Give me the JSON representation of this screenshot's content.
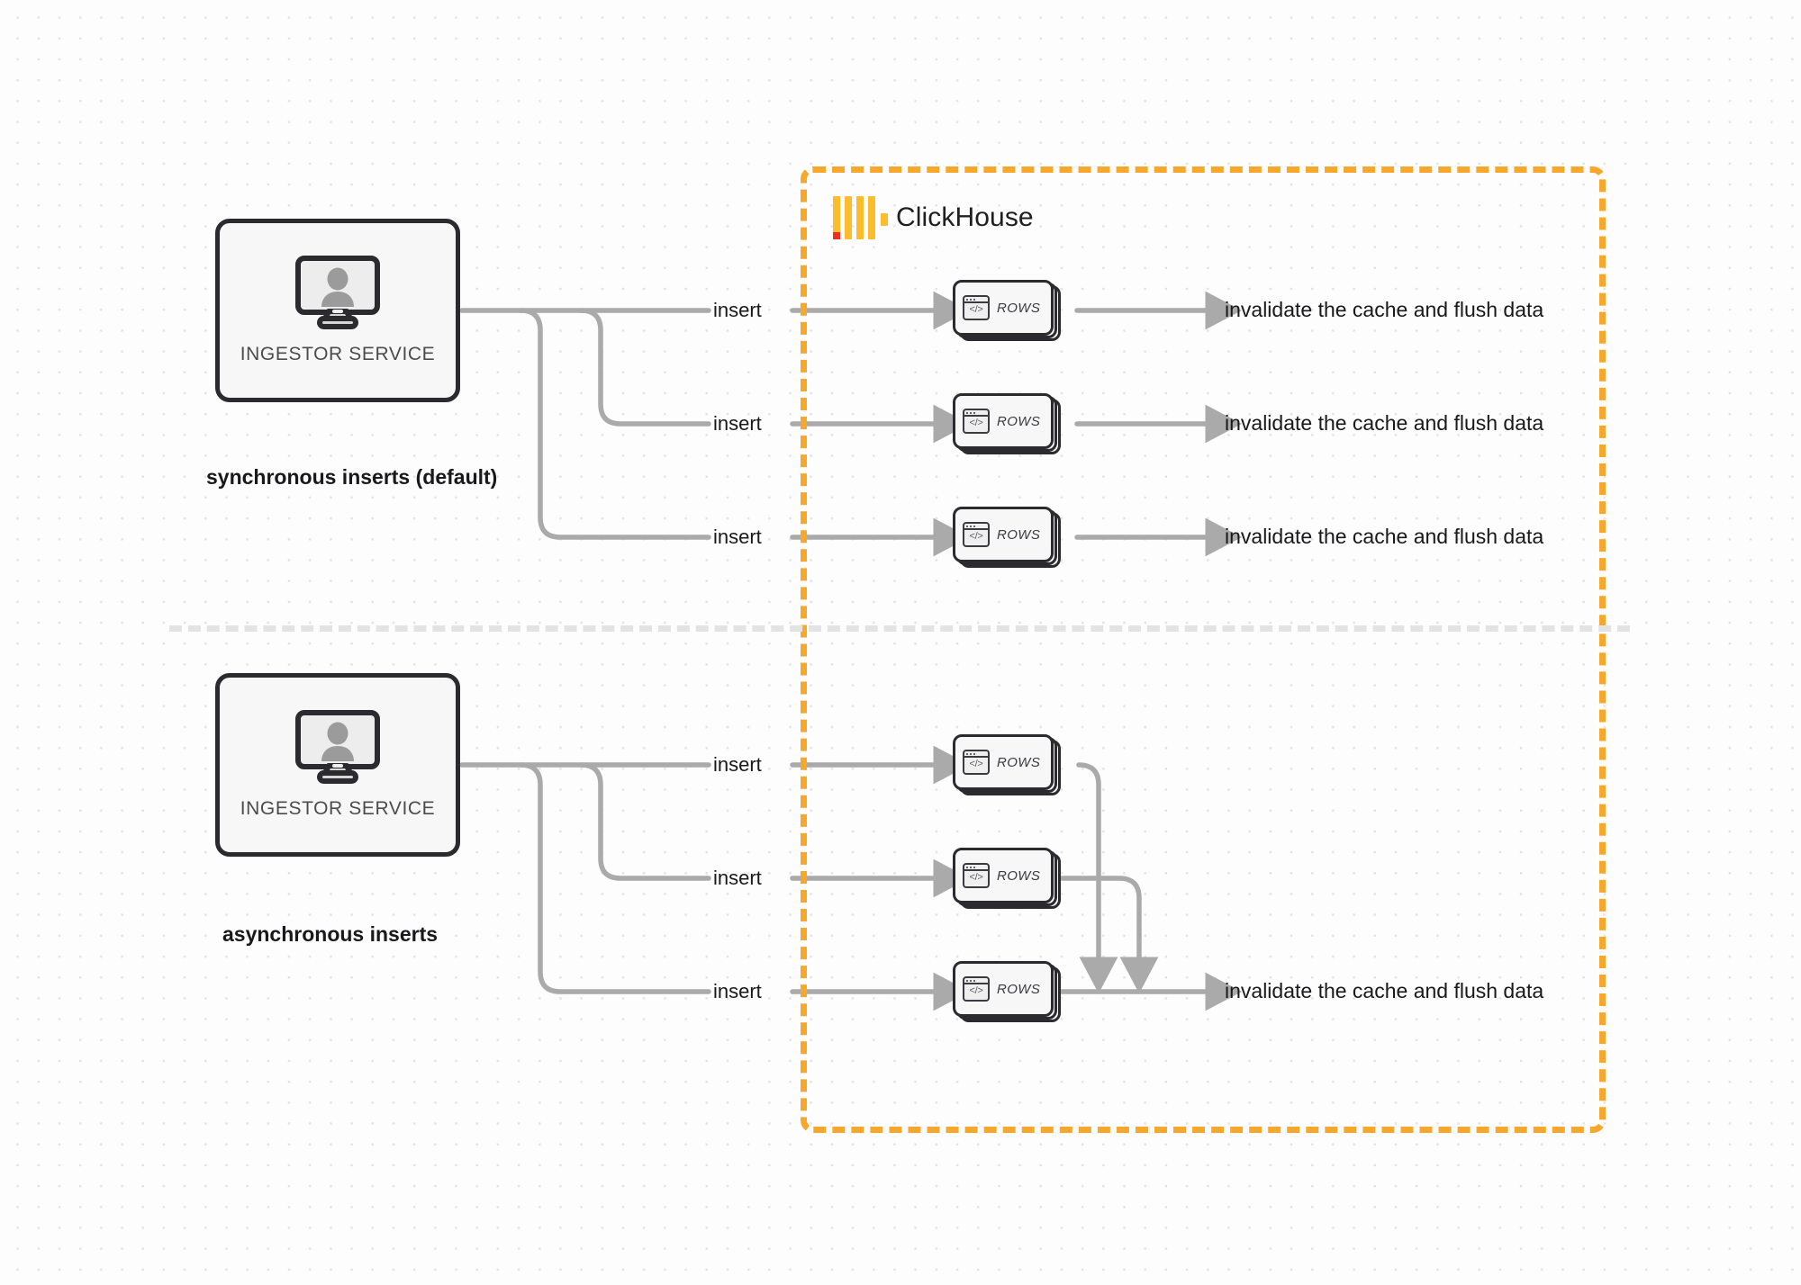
{
  "diagram": {
    "title": "ClickHouse synchronous vs asynchronous inserts",
    "colors": {
      "boundary": "#f7a72c",
      "wire": "#aaaaaa",
      "node_border": "#2b2b2f",
      "node_fill": "#f7f7f7",
      "logo_yellow": "#fbbd2b",
      "logo_red": "#ef2d20",
      "divider": "#e3e3e3",
      "text": "#19191b",
      "background": "#fdfdfd"
    }
  },
  "clickhouse": {
    "name": "ClickHouse",
    "logo_icon": "clickhouse-logo-icon"
  },
  "sections": [
    {
      "id": "sync",
      "caption": "synchronous inserts (default)",
      "ingestor": {
        "label": "INGESTOR SERVICE",
        "icon": "monitor-user-icon"
      },
      "flows": [
        {
          "insert_label": "insert",
          "node_label": "ROWS",
          "node_icon": "code-window-icon",
          "result_label": "invalidate the cache and flush data"
        },
        {
          "insert_label": "insert",
          "node_label": "ROWS",
          "node_icon": "code-window-icon",
          "result_label": "invalidate the cache and flush data"
        },
        {
          "insert_label": "insert",
          "node_label": "ROWS",
          "node_icon": "code-window-icon",
          "result_label": "invalidate the cache and flush data"
        }
      ]
    },
    {
      "id": "async",
      "caption": "asynchronous inserts",
      "ingestor": {
        "label": "INGESTOR SERVICE",
        "icon": "monitor-user-icon"
      },
      "flows": [
        {
          "insert_label": "insert",
          "node_label": "ROWS",
          "node_icon": "code-window-icon"
        },
        {
          "insert_label": "insert",
          "node_label": "ROWS",
          "node_icon": "code-window-icon"
        },
        {
          "insert_label": "insert",
          "node_label": "ROWS",
          "node_icon": "code-window-icon"
        }
      ],
      "merged_result_label": "invalidate the cache and flush data"
    }
  ]
}
